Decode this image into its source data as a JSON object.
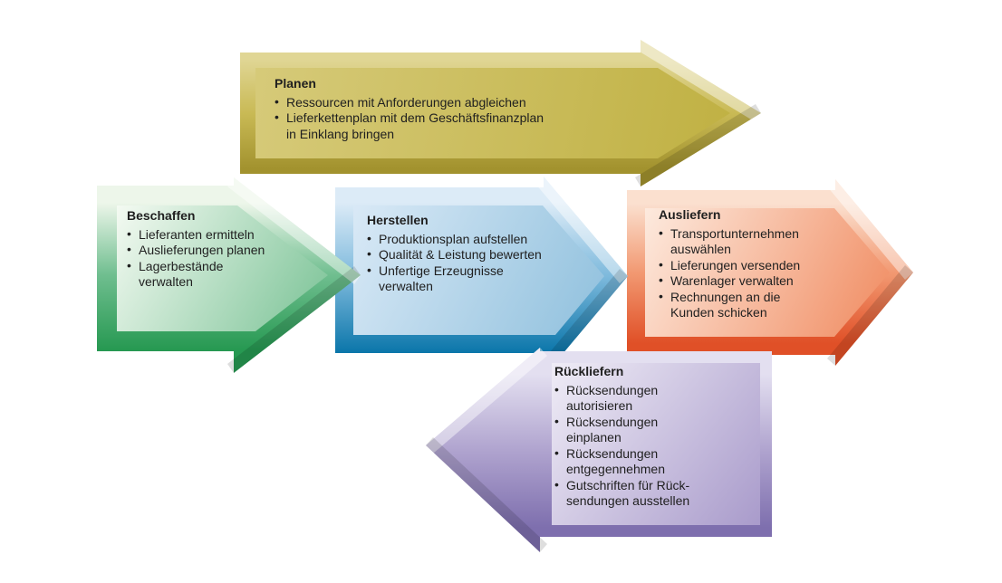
{
  "diagram": {
    "bullet_char": "•",
    "text_color": "#1f1f1f",
    "background": "#ffffff",
    "steps": [
      {
        "id": "planen",
        "title": "Planen",
        "bullets": [
          "Ressourcen mit Anforderungen abgleichen",
          "Lieferkettenplan mit dem Geschäftsfinanzplan\nin Einklang bringen"
        ]
      },
      {
        "id": "beschaffen",
        "title": "Beschaffen",
        "bullets": [
          "Lieferanten ermitteln",
          "Auslieferungen planen",
          "Lagerbestände\nverwalten"
        ]
      },
      {
        "id": "herstellen",
        "title": "Herstellen",
        "bullets": [
          "Produktionsplan aufstellen",
          "Qualität & Leistung bewerten",
          "Unfertige Erzeugnisse\nverwalten"
        ]
      },
      {
        "id": "ausliefern",
        "title": "Ausliefern",
        "bullets": [
          "Transportunternehmen\nauswählen",
          "Lieferungen versenden",
          "Warenlager verwalten",
          "Rechnungen an die\nKunden schicken"
        ]
      },
      {
        "id": "rueckliefern",
        "title": "Rückliefern",
        "bullets": [
          "Rücksendungen\nautorisieren",
          "Rücksendungen\neinplanen",
          "Rücksendungen\nentgegennehmen",
          "Gutschriften für Rück-\nsendungen ausstellen"
        ]
      }
    ],
    "colors": {
      "planen": {
        "frame_top": "#e0d695",
        "mid": "#c9ba55",
        "frame_bottom": "#a2922e",
        "panel_light": "#d6ca79",
        "panel_dark": "#c0b143"
      },
      "beschaffen": {
        "frame_top": "#edf6ea",
        "mid": "#6fbe8f",
        "frame_bottom": "#279952",
        "panel_light": "#f4faf2",
        "panel_dark": "#79c295"
      },
      "herstellen": {
        "frame_top": "#dcebf7",
        "mid": "#7db9dc",
        "frame_bottom": "#0b76aa",
        "panel_light": "#d9e9f6",
        "panel_dark": "#8fc0dd"
      },
      "ausliefern": {
        "frame_top": "#fbe0cf",
        "mid": "#f29972",
        "frame_bottom": "#e05027",
        "panel_light": "#fdeade",
        "panel_dark": "#f08a5f"
      },
      "rueckliefern": {
        "frame_top": "#e3dff0",
        "mid": "#b0a4cf",
        "frame_bottom": "#7e6fae",
        "panel_light": "#efecf6",
        "panel_dark": "#a99bcb"
      }
    }
  }
}
